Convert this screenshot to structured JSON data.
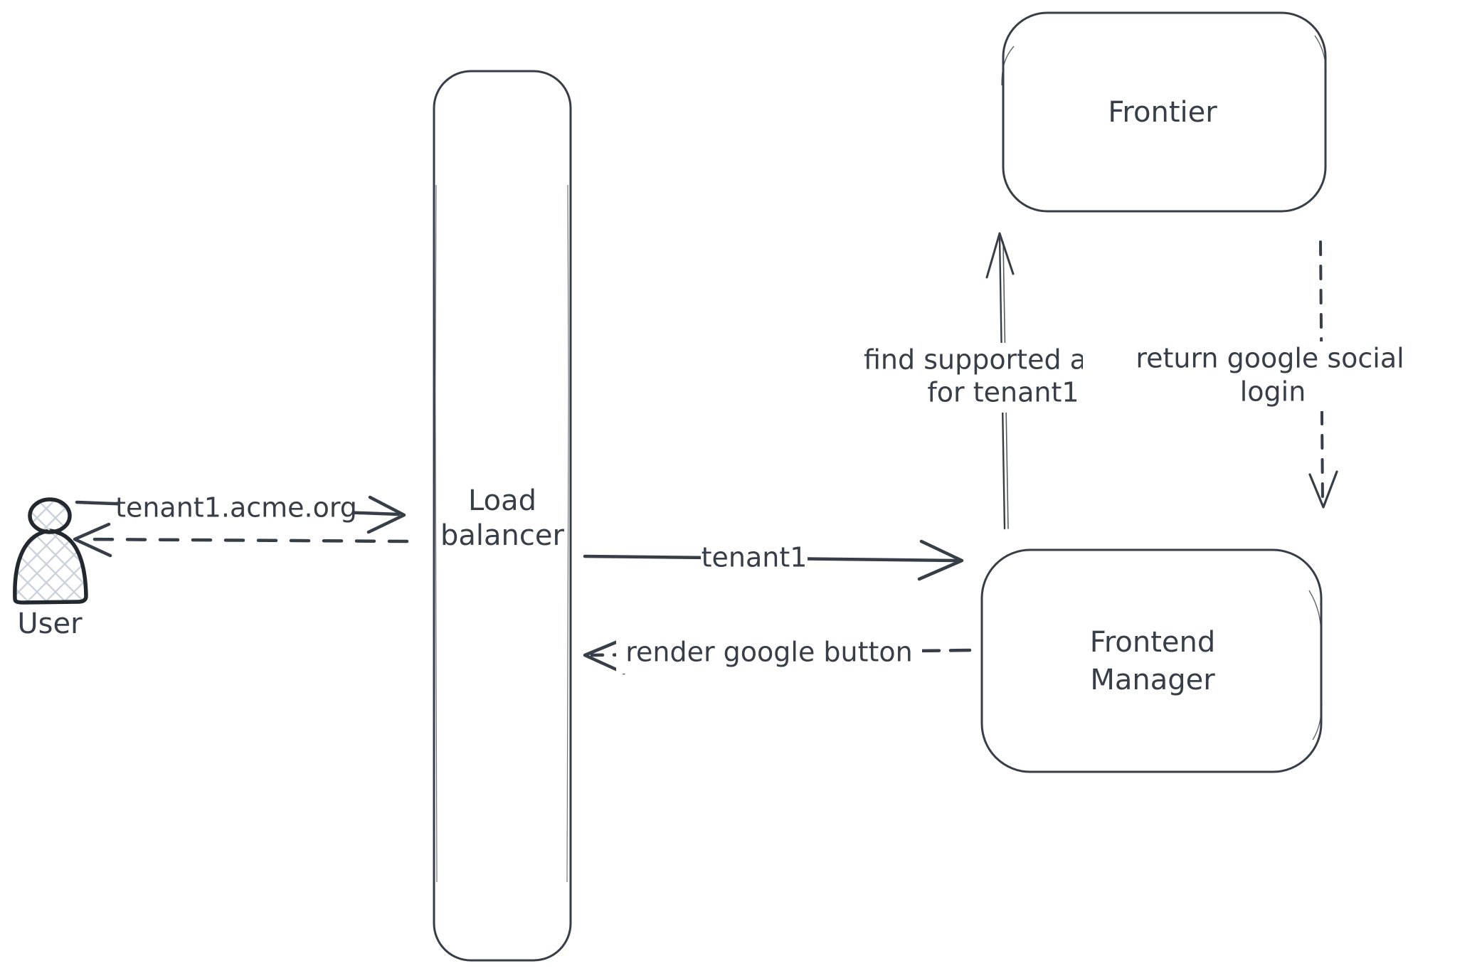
{
  "diagram": {
    "kind": "hand-drawn sequence/architecture sketch",
    "colors": {
      "stroke": "#383e47",
      "background": "#ffffff",
      "hatch_fill": "#ccd3dc"
    },
    "nodes": {
      "user": {
        "label": "User",
        "shape": "person-icon",
        "fill": "crosshatch"
      },
      "load_balancer": {
        "label_line1": "Load",
        "label_line2": "balancer",
        "shape": "tall-rounded-rectangle"
      },
      "frontier": {
        "label": "Frontier",
        "shape": "rounded-rectangle"
      },
      "frontend_manager": {
        "label_line1": "Frontend",
        "label_line2": "Manager",
        "shape": "rounded-rectangle"
      }
    },
    "edges": {
      "user_to_lb": {
        "label": "tenant1.acme.org",
        "style": "solid",
        "from": "User",
        "to": "Load balancer"
      },
      "lb_to_user": {
        "label": "",
        "style": "dashed",
        "from": "Load balancer",
        "to": "User"
      },
      "lb_to_fm": {
        "label": "tenant1",
        "style": "solid",
        "from": "Load balancer",
        "to": "Frontend Manager"
      },
      "fm_to_lb": {
        "label": "render google button",
        "style": "dashed",
        "from": "Frontend Manager",
        "to": "Load balancer"
      },
      "fm_to_frontier": {
        "label_line1": "find supported auth",
        "label_line2": "for tenant1",
        "style": "solid",
        "from": "Frontend Manager",
        "to": "Frontier"
      },
      "frontier_to_fm": {
        "label_line1": "return google social",
        "label_line2": "login",
        "style": "dashed",
        "from": "Frontier",
        "to": "Frontend Manager"
      }
    }
  }
}
